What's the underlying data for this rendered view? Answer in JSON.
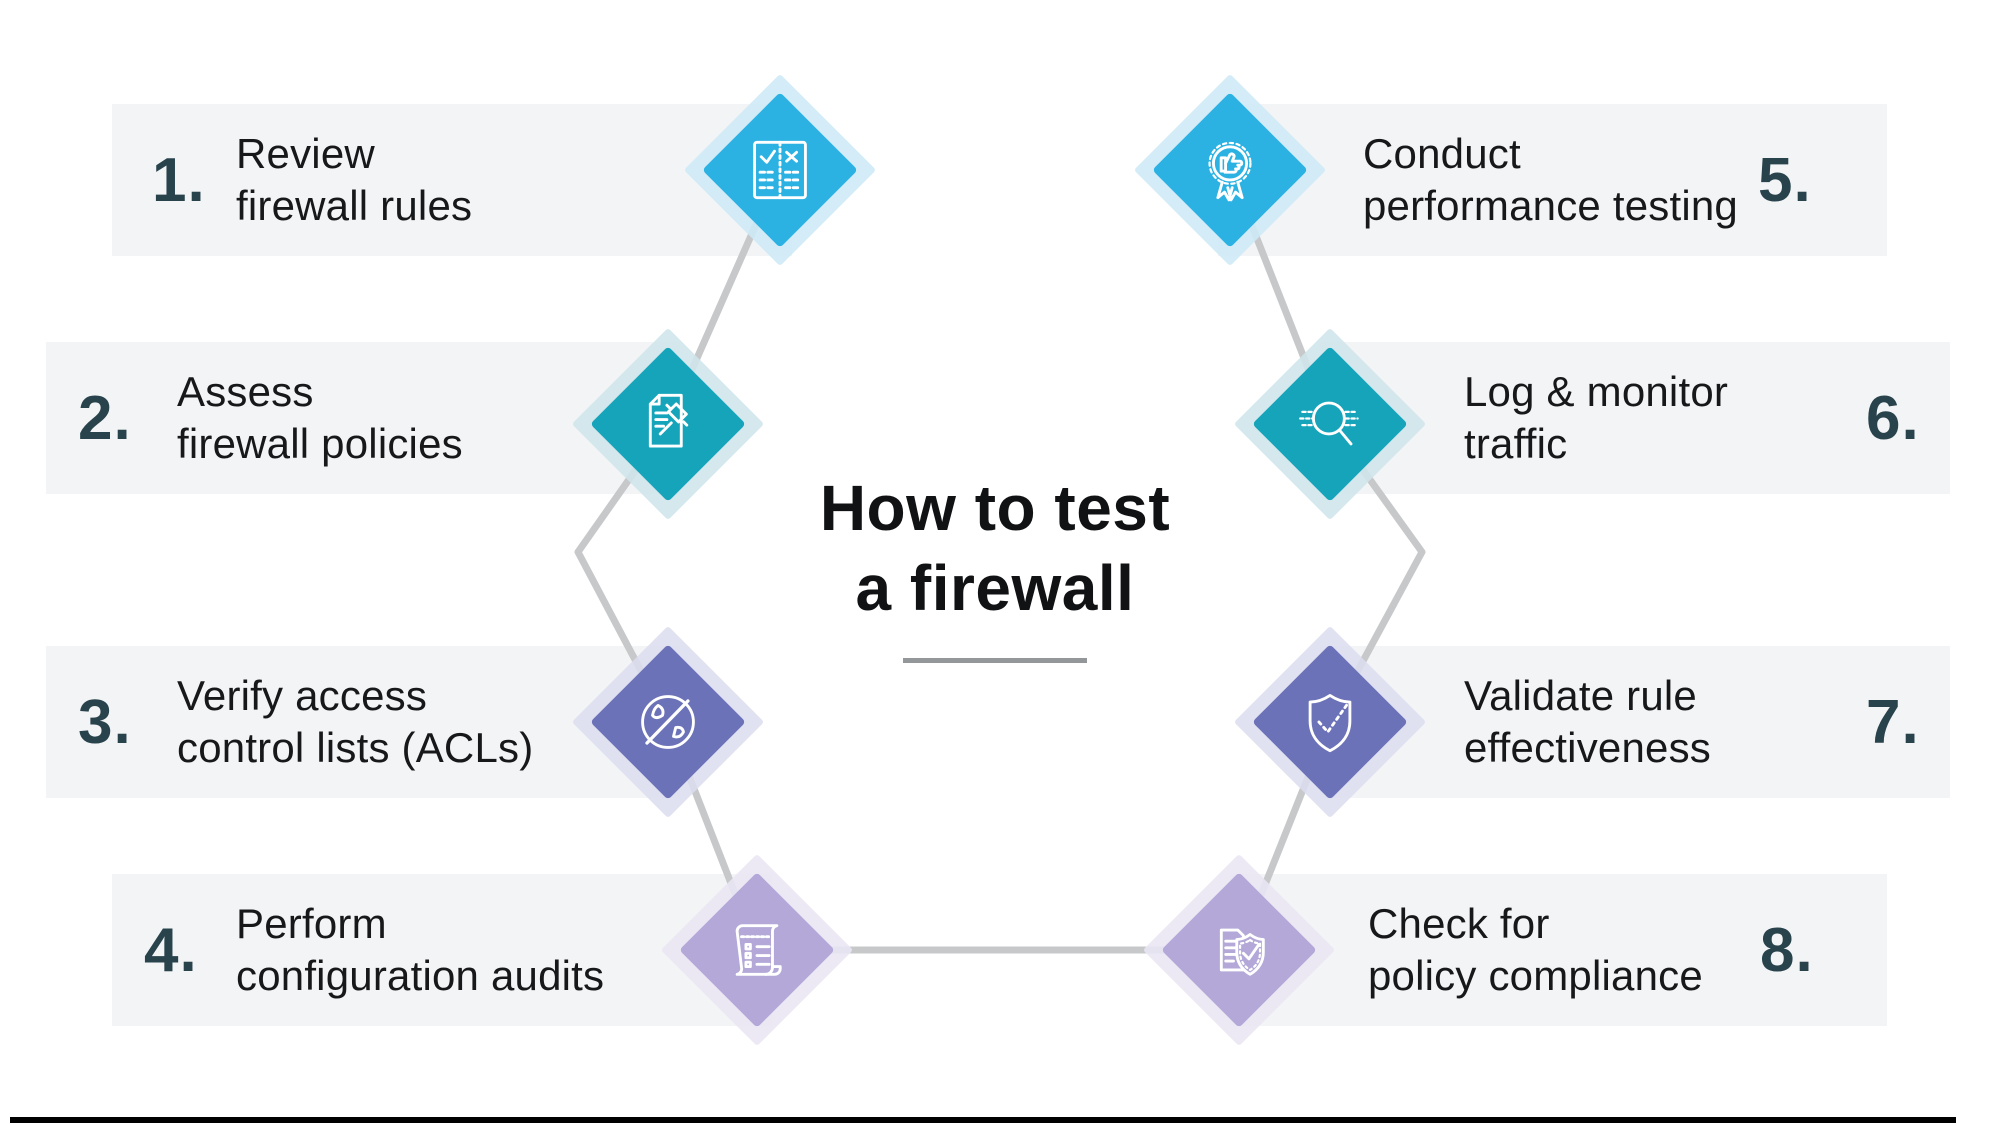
{
  "title": {
    "line1": "How to test",
    "line2": "a firewall"
  },
  "steps": [
    {
      "number": "1.",
      "label_line1": "Review",
      "label_line2": "firewall rules",
      "icon": "checklist-icon",
      "diamond_color": "#2BB2E3",
      "diamond_back_color": "#CDE9F7"
    },
    {
      "number": "2.",
      "label_line1": "Assess",
      "label_line2": "firewall policies",
      "icon": "document-gavel-icon",
      "diamond_color": "#16A4BB",
      "diamond_back_color": "#CFE5EA"
    },
    {
      "number": "3.",
      "label_line1": "Verify access",
      "label_line2": "control lists (ACLs)",
      "icon": "blocked-globe-icon",
      "diamond_color": "#6C72B8",
      "diamond_back_color": "#DCDDEF"
    },
    {
      "number": "4.",
      "label_line1": "Perform",
      "label_line2": "configuration audits",
      "icon": "scroll-audit-icon",
      "diamond_color": "#B3A8D7",
      "diamond_back_color": "#E9E6F4"
    },
    {
      "number": "5.",
      "label_line1": "Conduct",
      "label_line2": "performance testing",
      "icon": "award-thumbs-up-icon",
      "diamond_color": "#2BB2E3",
      "diamond_back_color": "#CDE9F7"
    },
    {
      "number": "6.",
      "label_line1": "Log & monitor",
      "label_line2": "traffic",
      "icon": "magnifier-traffic-icon",
      "diamond_color": "#16A4BB",
      "diamond_back_color": "#CFE5EA"
    },
    {
      "number": "7.",
      "label_line1": "Validate rule",
      "label_line2": "effectiveness",
      "icon": "shield-check-icon",
      "diamond_color": "#6C72B8",
      "diamond_back_color": "#DCDDEF"
    },
    {
      "number": "8.",
      "label_line1": "Check for",
      "label_line2": "policy compliance",
      "icon": "document-shield-icon",
      "diamond_color": "#B3A8D7",
      "diamond_back_color": "#E9E6F4"
    }
  ],
  "colors": {
    "background": "#FFFFFF",
    "bar_background": "#F2F4F6",
    "number_color": "#28434C",
    "label_color": "#16181A",
    "title_color": "#101214",
    "title_underline_color": "#94979A",
    "connector_color": "#C7C8CA",
    "bottom_bar_color": "#000000",
    "icon_stroke": "#FFFFFF"
  }
}
